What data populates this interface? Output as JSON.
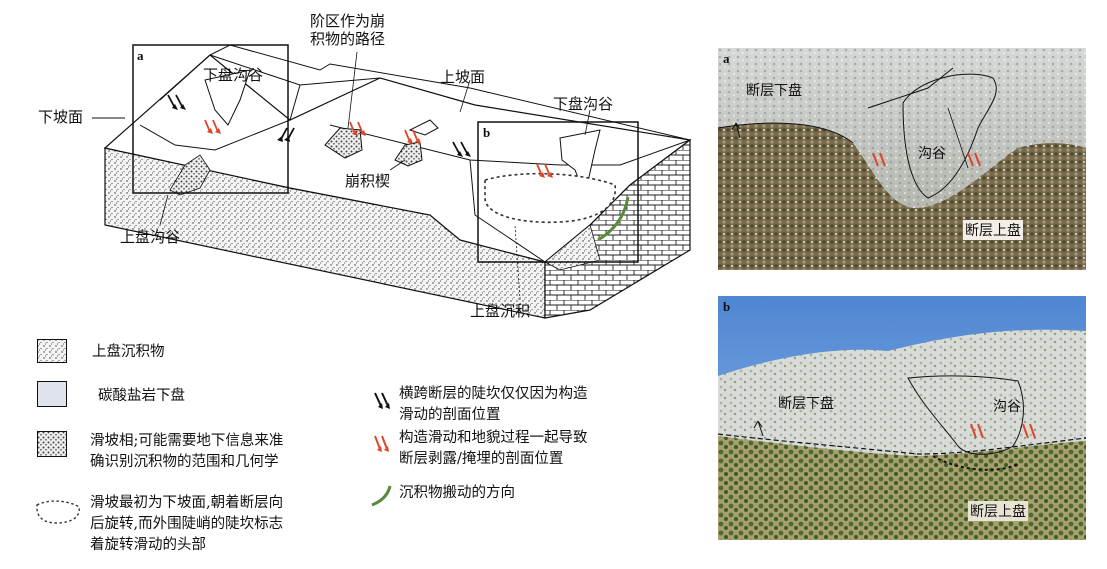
{
  "diagram": {
    "labels": {
      "downslope": "下坡面",
      "terrace_path": "阶区作为崩\n积物的路径",
      "upslope": "上坡面",
      "footwall_gully_a": "下盘沟谷",
      "footwall_gully_b": "下盘沟谷",
      "colluvial_wedge": "崩积楔",
      "hangingwall_gully": "上盘沟谷",
      "hangingwall_sediment": "上盘沉积",
      "box_a": "a",
      "box_b": "b"
    },
    "colors": {
      "black_arrow": "#111111",
      "red_arrow": "#e0452a",
      "green_arrow": "#5a8a3c",
      "carbonate_fill": "#dfe4ec"
    }
  },
  "legend": {
    "left": [
      {
        "icon": "stipple-fine-icon",
        "text": "上盘沉积物"
      },
      {
        "icon": "carbonate-box-icon",
        "text": "碳酸盐岩下盘"
      },
      {
        "icon": "stipple-coarse-icon",
        "text": "滑坡相;可能需要地下信息来准\n确识别沉积物的范围和几何学"
      },
      {
        "icon": "dashed-outline-icon",
        "text": "滑坡最初为下坡面,朝着断层向\n后旋转,而外围陡峭的陡坎标志\n着旋转滑动的头部"
      }
    ],
    "right": [
      {
        "icon": "black-arrows-icon",
        "text": "横跨断层的陡坎仅仅因为构造\n滑动的剖面位置"
      },
      {
        "icon": "red-arrows-icon",
        "text": "构造滑动和地貌过程一起导致\n断层剥露/掩埋的剖面位置"
      },
      {
        "icon": "green-arrow-icon",
        "text": "沉积物搬动的方向"
      }
    ]
  },
  "photos": {
    "a": {
      "tag": "a",
      "footwall": "断层下盘",
      "gully": "沟谷",
      "hangingwall": "断层上盘"
    },
    "b": {
      "tag": "b",
      "footwall": "断层下盘",
      "gully": "沟谷",
      "hangingwall": "断层上盘"
    }
  }
}
